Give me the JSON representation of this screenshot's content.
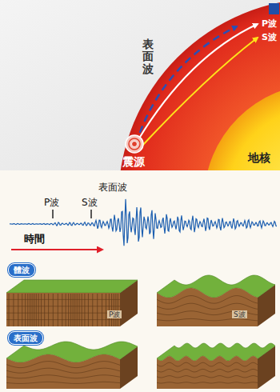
{
  "diagram": {
    "nodes": [
      {
        "text": [
          "體波"
        ]
      },
      {
        "text": [
          "表面波"
        ]
      }
    ],
    "labels": [
      "表面波",
      "P波",
      "S波",
      "震源",
      "地核",
      "表面波",
      "P波",
      "S波",
      "時間",
      "P波",
      "S波"
    ]
  }
}
